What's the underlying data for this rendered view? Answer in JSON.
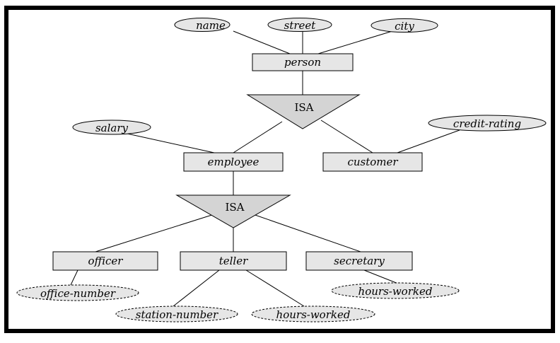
{
  "diagram": {
    "entities": {
      "person": "person",
      "employee": "employee",
      "customer": "customer",
      "officer": "officer",
      "teller": "teller",
      "secretary": "secretary"
    },
    "attributes": {
      "name": "name",
      "street": "street",
      "city": "city",
      "salary": "salary",
      "credit_rating": "credit-rating",
      "office_number": "office-number",
      "station_number": "station-number",
      "teller_hours_worked": "hours-worked",
      "secretary_hours_worked": "hours-worked"
    },
    "isa": {
      "top": "ISA",
      "bottom": "ISA"
    },
    "colors": {
      "frame": "#000000",
      "entity_fill": "#e6e6e6",
      "attribute_fill": "#e6e6e6",
      "isa_fill": "#d4d4d4",
      "line": "#000000"
    }
  }
}
